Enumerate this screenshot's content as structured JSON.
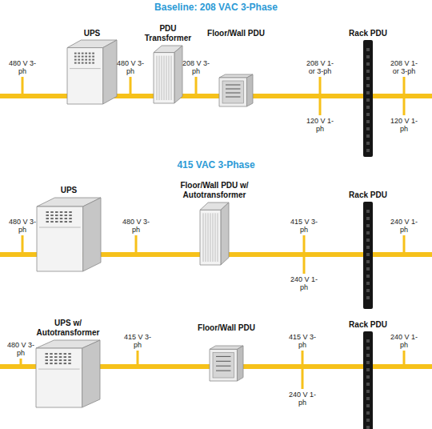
{
  "diagram": {
    "title": "Baseline: 208 VAC 3-Phase",
    "nodes": [
      {
        "text": [
          "UPS"
        ]
      },
      {
        "text": [
          "PDU Transformer"
        ]
      },
      {
        "text": [
          "Floor/Wall PDU"
        ]
      },
      {
        "text": [
          "Rack PDU"
        ]
      },
      {
        "text": [
          "UPS"
        ]
      },
      {
        "text": [
          "Floor/Wall PDU w/ Autotransformer"
        ]
      },
      {
        "text": [
          "Rack PDU"
        ]
      },
      {
        "text": [
          "UPS w/ Autotransformer"
        ]
      },
      {
        "text": [
          "Floor/Wall PDU"
        ]
      },
      {
        "text": [
          "Rack PDU"
        ]
      }
    ],
    "edges": [
      {
        "from": 0,
        "to": 1,
        "arrow": "none"
      },
      {
        "from": 1,
        "to": 2,
        "arrow": "none"
      },
      {
        "from": 2,
        "to": 3,
        "arrow": "none"
      },
      {
        "from": 4,
        "to": 5,
        "arrow": "none"
      },
      {
        "from": 5,
        "to": 6,
        "arrow": "none"
      },
      {
        "from": 7,
        "to": 8,
        "arrow": "none"
      },
      {
        "from": 8,
        "to": 9,
        "arrow": "none"
      }
    ],
    "labels": [
      "480 V 3-ph",
      "480 V 3-ph",
      "208 V 3-ph",
      "208 V 1- or 3-ph",
      "120 V 1-ph",
      "208 V 1- or 3-ph",
      "120 V 1-ph",
      "415 VAC 3-Phase",
      "480 V 3-ph",
      "480 V 3-ph",
      "415 V 3-ph",
      "240 V 1-ph",
      "240 V 1-ph",
      "480 V 3-ph",
      "415 V 3-ph",
      "415 V 3-ph",
      "240 V 1-ph",
      "240 V 1-ph"
    ]
  }
}
